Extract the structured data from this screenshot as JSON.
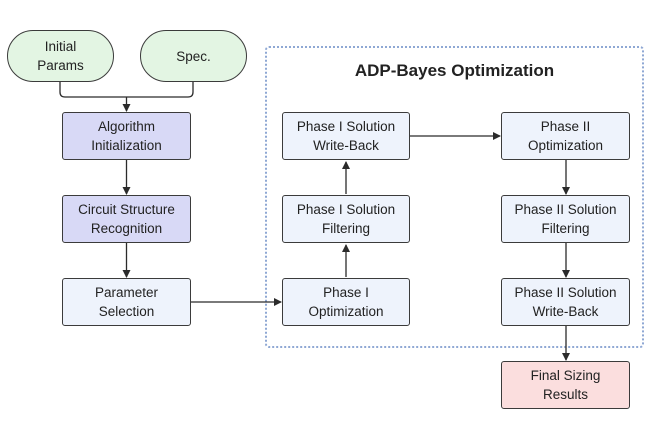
{
  "diagram": {
    "group": {
      "title": "ADP-Bayes Optimization"
    },
    "nodes": {
      "initial_params": "Initial\nParams",
      "spec": "Spec.",
      "algorithm_init": "Algorithm\nInitialization",
      "circuit_structure": "Circuit Structure\nRecognition",
      "parameter_selection": "Parameter\nSelection",
      "phase1_optimization": "Phase I\nOptimization",
      "phase1_filtering": "Phase I Solution\nFiltering",
      "phase1_writeback": "Phase I Solution\nWrite-Back",
      "phase2_optimization": "Phase II\nOptimization",
      "phase2_filtering": "Phase II Solution\nFiltering",
      "phase2_writeback": "Phase II Solution\nWrite-Back",
      "final_results": "Final Sizing\nResults"
    },
    "colors": {
      "input_fill": "#e3f5e3",
      "init_fill": "#d8d9f6",
      "process_fill": "#eef3fc",
      "output_fill": "#fbdede",
      "group_border": "#8fa8d4",
      "edge": "#2b2b2b"
    },
    "edges": [
      [
        "initial_params",
        "algorithm_init"
      ],
      [
        "spec",
        "algorithm_init"
      ],
      [
        "algorithm_init",
        "circuit_structure"
      ],
      [
        "circuit_structure",
        "parameter_selection"
      ],
      [
        "parameter_selection",
        "phase1_optimization"
      ],
      [
        "phase1_optimization",
        "phase1_filtering"
      ],
      [
        "phase1_filtering",
        "phase1_writeback"
      ],
      [
        "phase1_writeback",
        "phase2_optimization"
      ],
      [
        "phase2_optimization",
        "phase2_filtering"
      ],
      [
        "phase2_filtering",
        "phase2_writeback"
      ],
      [
        "phase2_writeback",
        "final_results"
      ]
    ]
  }
}
